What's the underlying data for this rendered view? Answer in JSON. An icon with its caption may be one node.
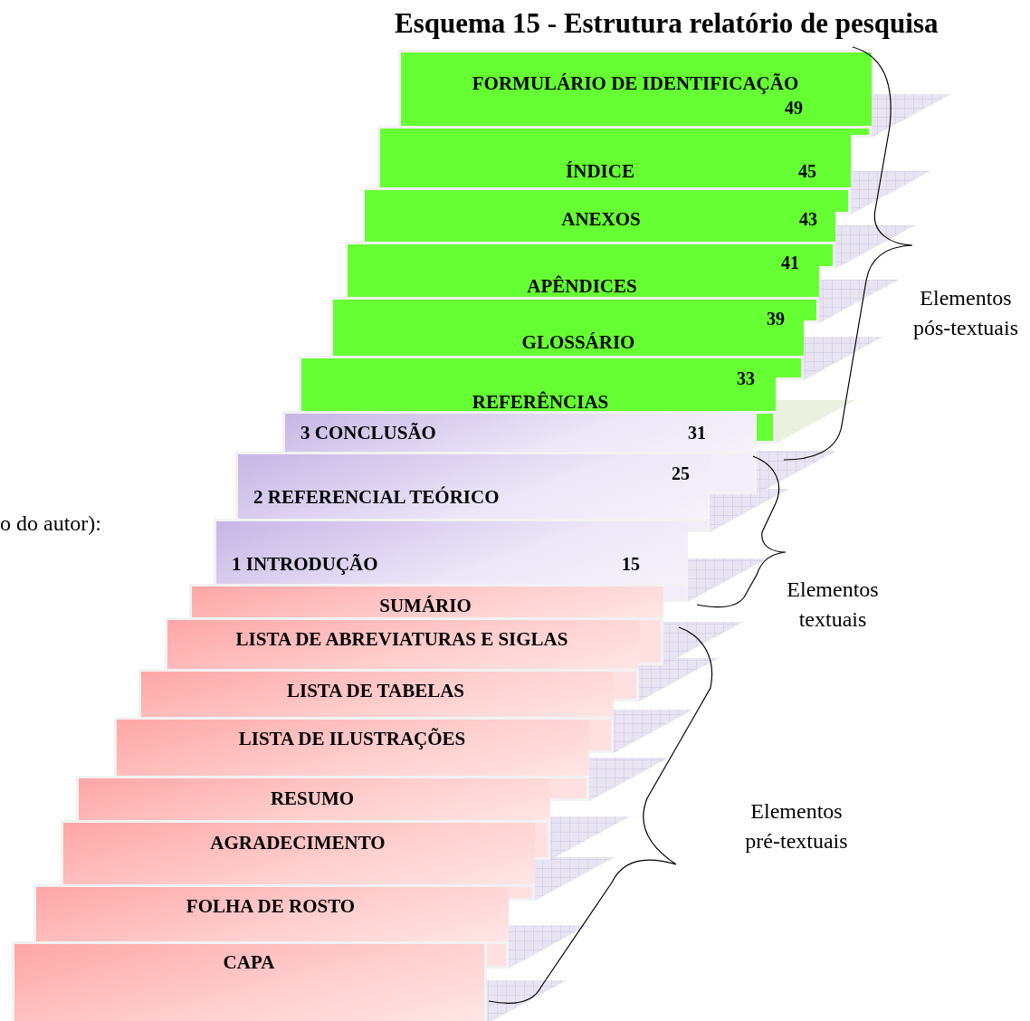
{
  "diagram": {
    "title": "Esquema 15 - Estrutura relatório de pesquisa",
    "nodes": [
      {
        "text": [
          "FORMULÁRIO DE IDENTIFICAÇÃO",
          "49"
        ]
      },
      {
        "text": [
          "ÍNDICE",
          "45"
        ]
      },
      {
        "text": [
          "ANEXOS",
          "43"
        ]
      },
      {
        "text": [
          "APÊNDICES",
          "41"
        ]
      },
      {
        "text": [
          "GLOSSÁRIO",
          "39"
        ]
      },
      {
        "text": [
          "REFERÊNCIAS",
          "33"
        ]
      },
      {
        "text": [
          "3 CONCLUSÃO",
          "31"
        ]
      },
      {
        "text": [
          "2 REFERENCIAL TEÓRICO",
          "25"
        ]
      },
      {
        "text": [
          "1 INTRODUÇÃO",
          "15"
        ]
      },
      {
        "text": [
          "SUMÁRIO"
        ]
      },
      {
        "text": [
          "LISTA DE ABREVIATURAS E SIGLAS"
        ]
      },
      {
        "text": [
          "LISTA DE TABELAS"
        ]
      },
      {
        "text": [
          "LISTA DE ILUSTRAÇÕES"
        ]
      },
      {
        "text": [
          "RESUMO"
        ]
      },
      {
        "text": [
          "AGRADECIMENTO"
        ]
      },
      {
        "text": [
          "FOLHA DE ROSTO"
        ]
      },
      {
        "text": [
          "CAPA"
        ]
      }
    ],
    "labels": [
      "Elementos pós-textuais",
      "o do autor):",
      "Elementos textuais",
      "Elementos pré-textuais"
    ]
  }
}
